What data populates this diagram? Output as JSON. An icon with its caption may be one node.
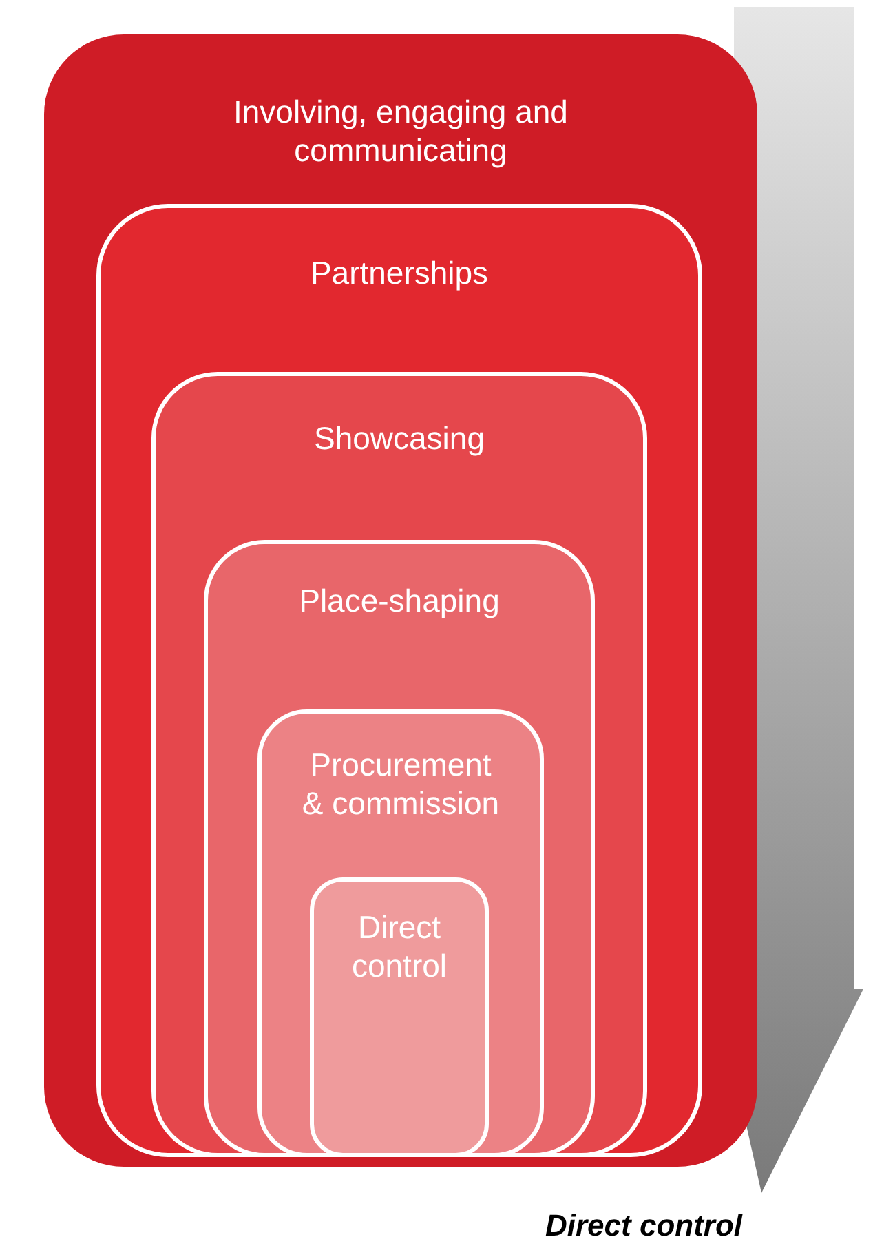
{
  "diagram": {
    "nodes": [
      {
        "text": [
          "Involving, engaging and communicating"
        ]
      },
      {
        "text": [
          "Partnerships"
        ],
        "in": 0
      },
      {
        "text": [
          "Showcasing"
        ],
        "in": 1
      },
      {
        "text": [
          "Place-shaping"
        ],
        "in": 2
      },
      {
        "text": [
          "Procurement & commission"
        ],
        "in": 3
      },
      {
        "text": [
          "Direct control"
        ],
        "in": 4
      }
    ],
    "labels": [
      "Direct control"
    ]
  }
}
